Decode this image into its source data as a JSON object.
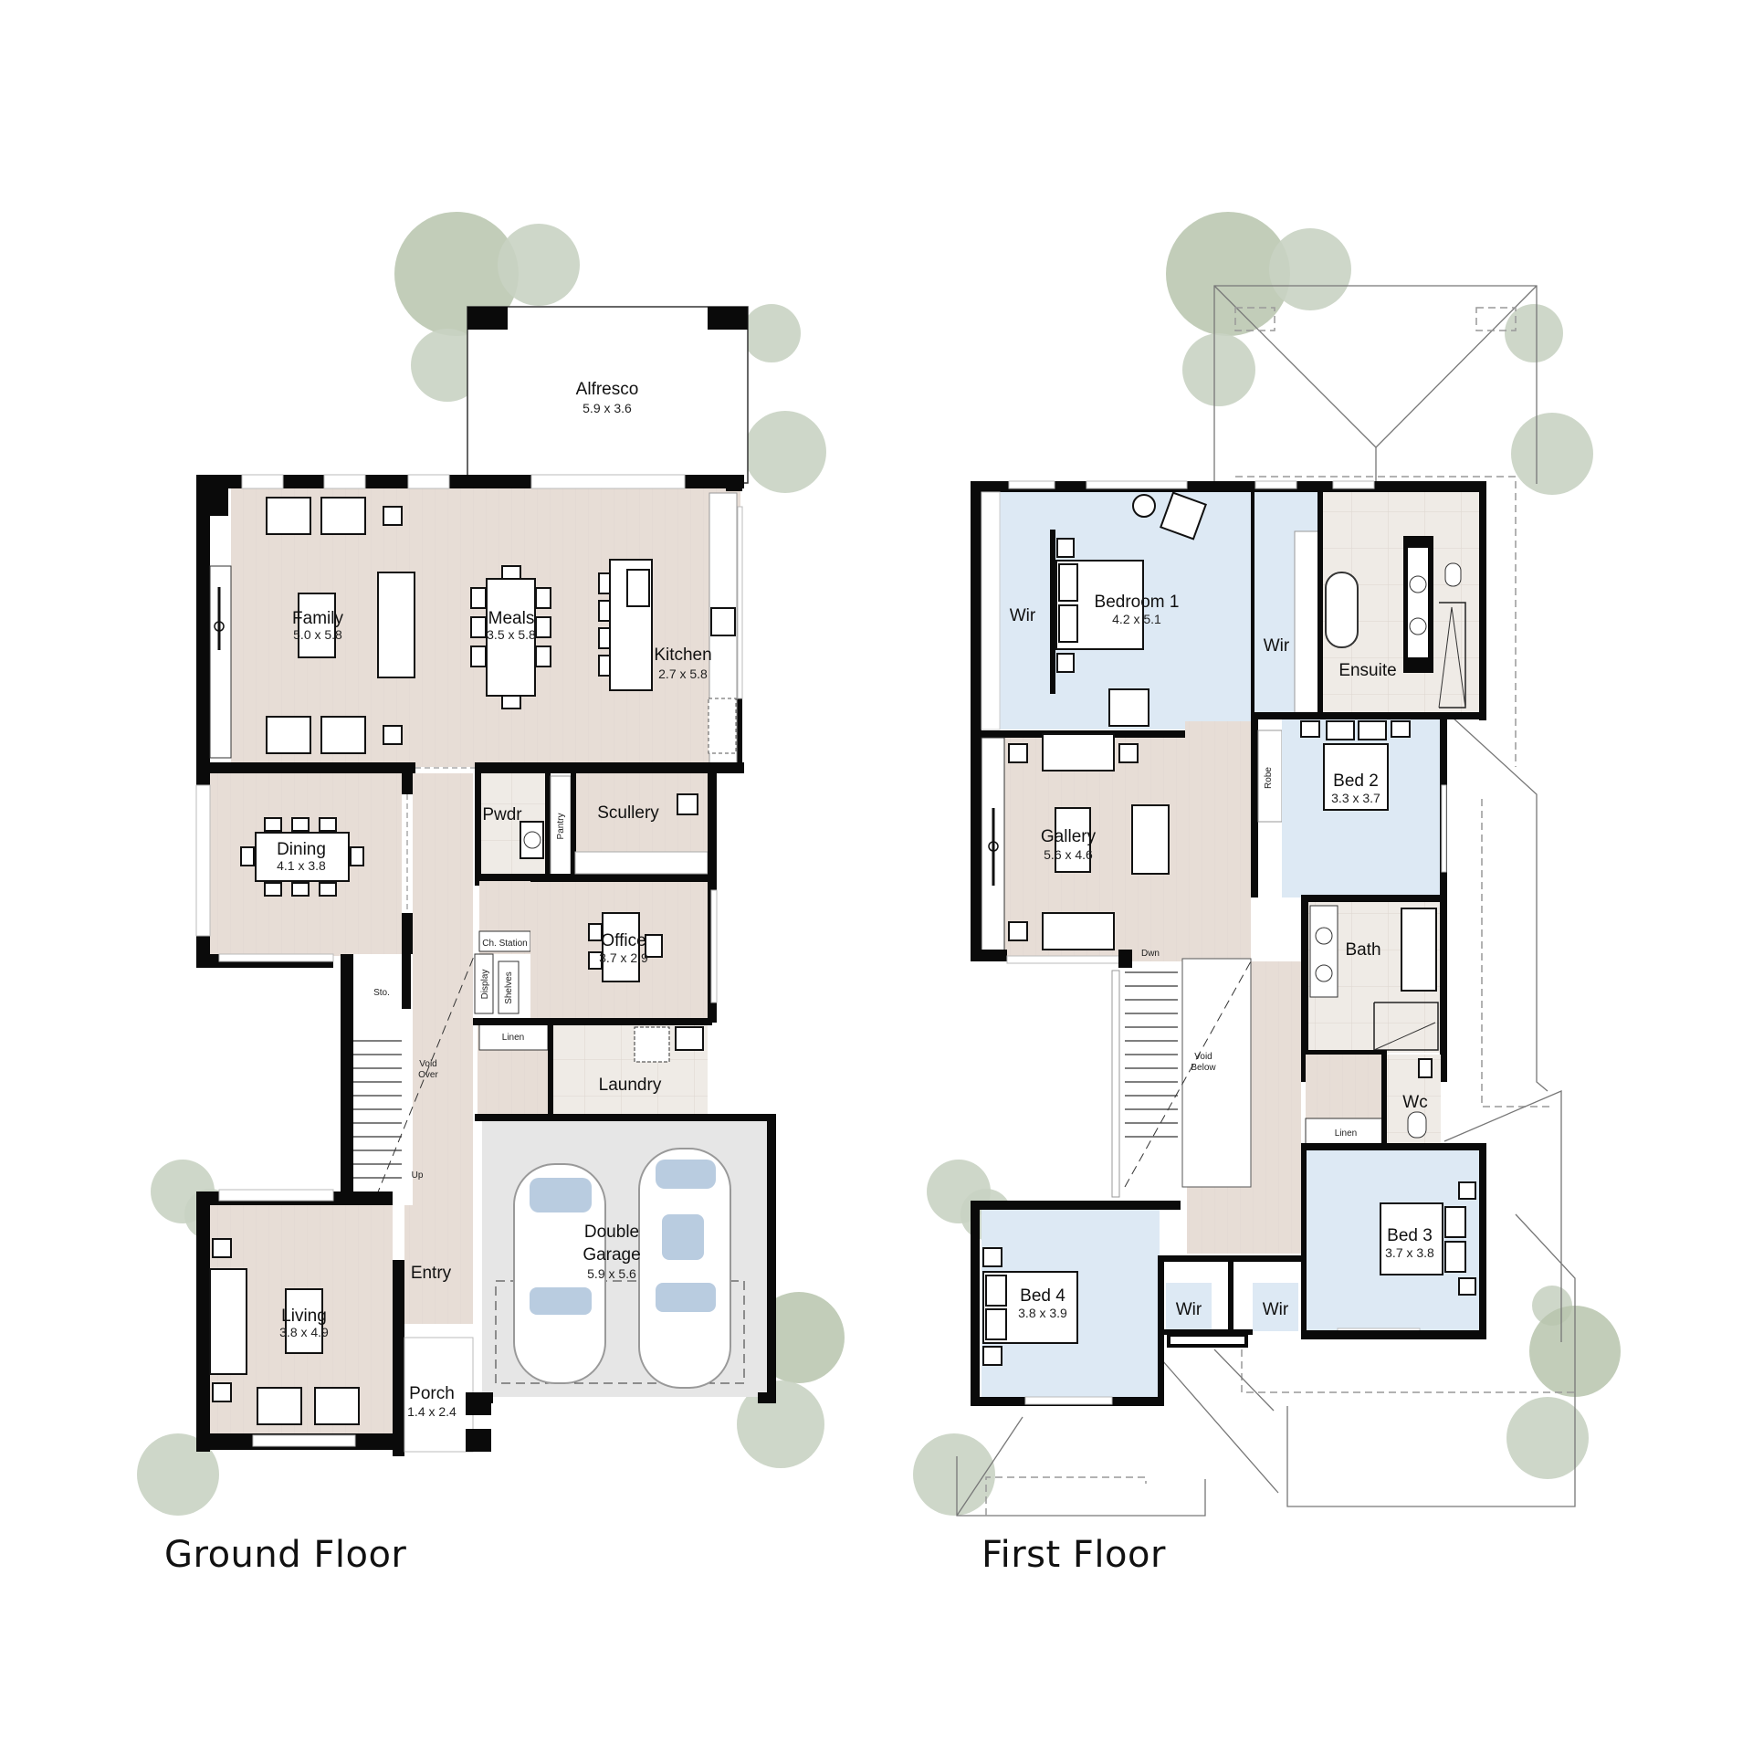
{
  "colors": {
    "living_floor": "#e7ddd6",
    "bedroom_floor": "#dde9f4",
    "wet_area_floor": "#efebe6",
    "garage_floor": "#e6e6e6",
    "wall": "#0a0a0a",
    "tree": "#c9d3c3",
    "background": "#ffffff"
  },
  "ground_floor": {
    "title": "Ground Floor",
    "rooms": {
      "alfresco": {
        "label": "Alfresco",
        "dims": "5.9 x 3.6"
      },
      "family": {
        "label": "Family",
        "dims": "5.0 x 5.8"
      },
      "meals": {
        "label": "Meals",
        "dims": "3.5 x 5.8"
      },
      "kitchen": {
        "label": "Kitchen",
        "dims": "2.7 x 5.8"
      },
      "dining": {
        "label": "Dining",
        "dims": "4.1 x 3.8"
      },
      "pwdr": {
        "label": "Pwdr"
      },
      "pantry": {
        "label": "Pantry"
      },
      "scullery": {
        "label": "Scullery"
      },
      "ch_station": {
        "label": "Ch. Station"
      },
      "office": {
        "label": "Office",
        "dims": "3.7 x 2.9"
      },
      "display": {
        "label": "Display"
      },
      "shelves": {
        "label": "Shelves"
      },
      "sto": {
        "label": "Sto."
      },
      "void_over": {
        "label_line1": "Void",
        "label_line2": "Over"
      },
      "up": {
        "label": "Up"
      },
      "linen": {
        "label": "Linen"
      },
      "laundry": {
        "label": "Laundry"
      },
      "garage": {
        "label_line1": "Double",
        "label_line2": "Garage",
        "dims": "5.9 x 5.6"
      },
      "living": {
        "label": "Living",
        "dims": "3.8 x 4.9"
      },
      "entry": {
        "label": "Entry"
      },
      "porch": {
        "label": "Porch",
        "dims": "1.4 x 2.4"
      }
    }
  },
  "first_floor": {
    "title": "First Floor",
    "rooms": {
      "wir_left": {
        "label": "Wir"
      },
      "bedroom1": {
        "label": "Bedroom 1",
        "dims": "4.2 x 5.1"
      },
      "wir_bed1": {
        "label": "Wir"
      },
      "ensuite": {
        "label": "Ensuite"
      },
      "gallery": {
        "label": "Gallery",
        "dims": "5.6 x 4.6"
      },
      "robe": {
        "label": "Robe"
      },
      "bed2": {
        "label": "Bed 2",
        "dims": "3.3 x 3.7"
      },
      "bath": {
        "label": "Bath"
      },
      "dwn": {
        "label": "Dwn"
      },
      "void_below": {
        "label_line1": "Void",
        "label_line2": "Below"
      },
      "wc": {
        "label": "Wc"
      },
      "linen": {
        "label": "Linen"
      },
      "bed3": {
        "label": "Bed 3",
        "dims": "3.7 x 3.8"
      },
      "bed4": {
        "label": "Bed 4",
        "dims": "3.8 x 3.9"
      },
      "wir_bed4": {
        "label": "Wir"
      },
      "wir_bed3": {
        "label": "Wir"
      }
    }
  }
}
